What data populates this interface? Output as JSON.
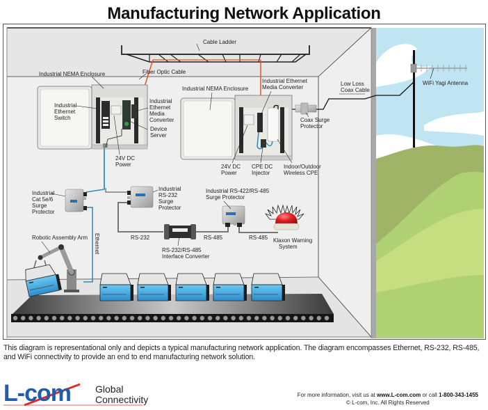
{
  "page": {
    "title": "Manufacturing Network Application"
  },
  "diagram": {
    "labels": {
      "cable_ladder": "Cable Ladder",
      "fiber_optic_cable": "Fiber Optic Cable",
      "nema_enclosure_1": "Industrial NEMA Enclosure",
      "nema_enclosure_2": "Industrial NEMA Enclosure",
      "ethernet_switch": [
        "Industrial",
        "Ethernet",
        "Switch"
      ],
      "media_converter_1": [
        "Industrial",
        "Ethernet",
        "Media",
        "Converter"
      ],
      "device_server": [
        "Device",
        "Server"
      ],
      "power_1": [
        "24V DC",
        "Power"
      ],
      "media_converter_2": [
        "Industrial Ethernet",
        "Media Converter"
      ],
      "power_2": [
        "24V DC",
        "Power"
      ],
      "cpe_injector": [
        "CPE DC",
        "Injector"
      ],
      "wireless_cpe": [
        "Indoor/Outdoor",
        "Wireless CPE"
      ],
      "coax_surge": [
        "Coax Surge",
        "Protector"
      ],
      "coax_cable": [
        "Low Loss",
        "Coax Cable"
      ],
      "yagi_antenna": "WiFi Yagi Antenna",
      "cat5_surge": [
        "Industrial",
        "Cat 5e/6",
        "Surge",
        "Protector"
      ],
      "rs232_surge": [
        "Industrial",
        "RS-232",
        "Surge",
        "Protector"
      ],
      "rs485_surge": [
        "Industrial RS-422/RS-485",
        "Surge Protector"
      ],
      "robot_arm": "Robotic Assembly Arm",
      "ethernet_link": "Ethernet",
      "rs232_link": "RS-232",
      "rs485_link_1": "RS-485",
      "rs485_link_2": "RS-485",
      "interface_converter": [
        "RS-232/RS-485",
        "Interface Converter"
      ],
      "klaxon": [
        "Klaxon Warning",
        "System"
      ]
    },
    "colors": {
      "fiber": "#e8511f",
      "ethernet": "#2a8bb5",
      "sky": "#bfe4f2",
      "grass_dark": "#9fb467",
      "grass_mid": "#b0d074",
      "grass_light": "#c6dd80",
      "box_blue": "#3aa6e0",
      "klaxon_red": "#d92020"
    }
  },
  "caption": {
    "text": "This diagram is representational only and depicts a typical manufacturing network application. The diagram encompasses Ethernet, RS-232, RS-485, and WiFi connectivity to provide an end to end manufacturing network solution."
  },
  "brand": {
    "logo_text": "L-com",
    "tagline_1": "Global",
    "tagline_2": "Connectivity"
  },
  "footer": {
    "info_prefix": "For more information, visit us at ",
    "website": "www.L-com.com",
    "info_mid": " or call ",
    "phone": "1-800-343-1455",
    "copyright": "© L-com, Inc. All Rights Reserved"
  }
}
